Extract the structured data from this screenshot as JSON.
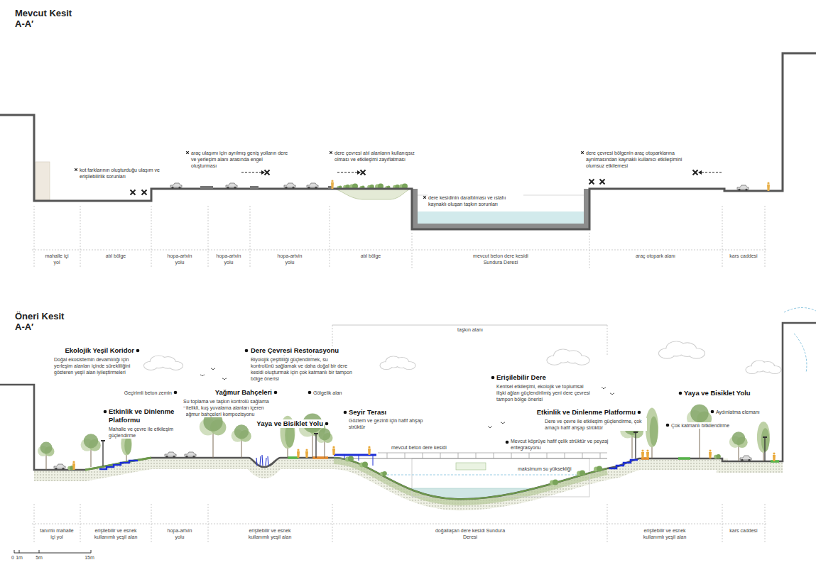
{
  "diagram": {
    "labels": [
      "Mevcut Kesit",
      "A-A′",
      "kot farklarının oluşturduğu ulaşım ve erişilebilirlik sorunları",
      "araç ulaşımı için ayrılmış geniş yolların dere ve yerleşim alanı arasında engel oluşturması",
      "dere çevresi atıl alanların kullanışsız olması ve etkileşimi zayıflatması",
      "dere çevresi bölgenin araç otoparklarına ayrılmasından kaynaklı kullanıcı etkileşimini olumsuz etkilemesi",
      "dere kesidinin daraltılması ve ıslahı kaynaklı oluşan taşkın sorunları",
      "mahalle içi yol",
      "atıl bölge",
      "hopa-artvin yolu",
      "hopa-artvin yolu",
      "hopa-artvin yolu",
      "atıl bölge",
      "mevcut beton dere kesidi Sundura Deresi",
      "araç otopark alanı",
      "kars caddesi",
      "Öneri Kesit",
      "A-A′",
      "taşkın alanı",
      "Ekolojik Yeşil Koridor",
      "Doğal ekosistemin devamlılığı için yerleşim alanları içinde sürekliliğini gösteren yeşil alan iyileştirmeleri",
      "Dere Çevresi Restorasyonu",
      "Biyolojik çeşitliliği güçlendirmek, su kontrolünü sağlamak ve daha doğal bir dere kesidi oluşturmak için çok katmanlı bir tampon bölge önerisi",
      "Erişilebilir Dere",
      "Kentsel etkileşimi, ekolojik ve toplumsal ilişki ağları güçlendirilmiş yeni dere çevresi tampon bölge önerisi",
      "Geçirimli beton zemin",
      "Yağmur Bahçeleri",
      "Su toplama ve taşkın kontrolü sağlama nitelikli, kuş yuvalama alanları içeren yağmur bahçeleri kompozisyonu",
      "Gölgelik alan",
      "Yaya ve Bisiklet Yolu",
      "Aydınlatma elemanı",
      "Etkinlik ve Dinlenme Platformu",
      "Mahalle ve çevre ile etkileşim güçlendirme",
      "Yaya ve Bisiklet Yolu",
      "Seyir Terası",
      "Gözlem ve gezinti için hafif ahşap strüktür",
      "Etkinlik ve Dinlenme Platformu",
      "Dere ve çevre ile etkileşim güçlendirme, çok amaçlı hafif ahşap strüktür",
      "Çok katmanlı bitkilendirme",
      "mevcut beton dere kesidi",
      "Mevcut köprüye hafif çelik strüktür ve peyzaj entegrasyonu",
      "maksimum su yüksekliği",
      "tanımlı mahalle içi yol",
      "erişilebilir ve esnek kullanımlı yeşil alan",
      "hopa-artvin yolu",
      "erişilebilir ve esnek kullanımlı yeşil alan",
      "doğallaşan dere kesidi Sundura Deresi",
      "erişilebilir ve esnek kullanımlı yeşil alan",
      "kars caddesi",
      "0",
      "1m",
      "5m",
      "15m"
    ]
  }
}
